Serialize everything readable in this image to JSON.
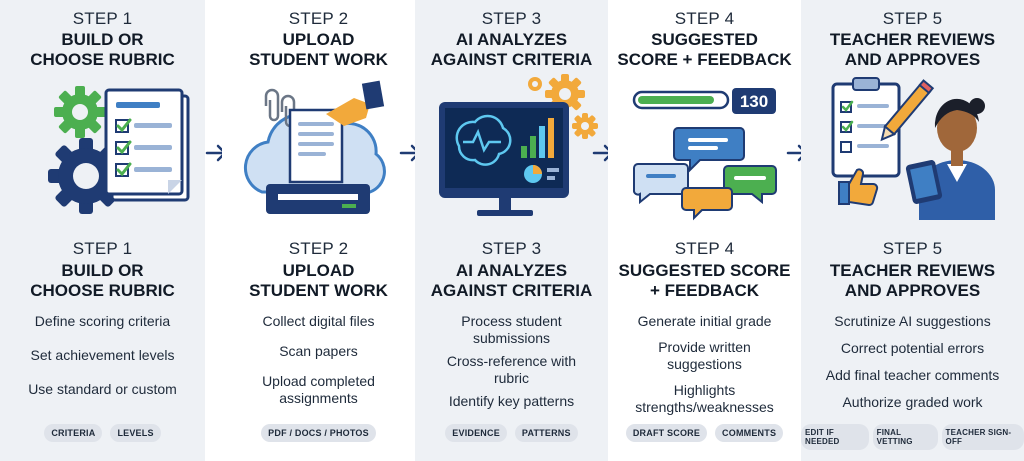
{
  "steps": [
    {
      "top_label": "STEP 1",
      "top_title": [
        "BUILD OR",
        "CHOOSE RUBRIC"
      ],
      "label": "STEP 1",
      "title": [
        "BUILD OR",
        "CHOOSE RUBRIC"
      ],
      "bullets": [
        "Define scoring criteria",
        "Set achievement levels",
        "Use standard or custom"
      ],
      "tags": [
        "CRITERIA",
        "LEVELS"
      ]
    },
    {
      "top_label": "STEP 2",
      "top_title": [
        "UPLOAD",
        "STUDENT WORK"
      ],
      "label": "STEP 2",
      "title": [
        "UPLOAD",
        "STUDENT WORK"
      ],
      "bullets": [
        "Collect digital files",
        "Scan papers",
        "Upload completed assignments"
      ],
      "tags": [
        "PDF / DOCS / PHOTOS"
      ]
    },
    {
      "top_label": "STEP 3",
      "top_title": [
        "AI ANALYZES",
        "AGAINST CRITERIA"
      ],
      "label": "STEP 3",
      "title": [
        "AI ANALYZES",
        "AGAINST CRITERIA"
      ],
      "bullets": [
        "Process student submissions",
        "Cross-reference with rubric",
        "Identify key patterns"
      ],
      "tags": [
        "EVIDENCE",
        "PATTERNS"
      ]
    },
    {
      "top_label": "STEP 4",
      "top_title": [
        "SUGGESTED",
        "SCORE + FEEDBACK"
      ],
      "label": "STEP 4",
      "title": [
        "SUGGESTED SCORE",
        "+ FEEDBACK"
      ],
      "bullets": [
        "Generate initial grade",
        "Provide written suggestions",
        "Highlights strengths/weaknesses"
      ],
      "tags": [
        "DRAFT SCORE",
        "COMMENTS"
      ],
      "score": "130"
    },
    {
      "top_label": "STEP 5",
      "top_title": [
        "TEACHER REVIEWS",
        "AND APPROVES"
      ],
      "label": "STEP 5",
      "title": [
        "TEACHER REVIEWS",
        "AND APPROVES"
      ],
      "bullets": [
        "Scrutinize AI suggestions",
        "Correct potential errors",
        "Add final teacher comments",
        "Authorize graded work"
      ],
      "tags": [
        "EDIT IF NEEDED",
        "FINAL VETTING",
        "TEACHER SIGN-OFF"
      ]
    }
  ],
  "icons": {
    "step1": [
      "gear-icon",
      "checklist-document-icon"
    ],
    "step2": [
      "cloud-upload-icon",
      "paperclip-icon",
      "scanner-icon"
    ],
    "step3": [
      "monitor-icon",
      "brain-icon",
      "bar-chart-icon",
      "gear-icon"
    ],
    "step4": [
      "progress-bar-icon",
      "chat-bubbles-icon"
    ],
    "step5": [
      "clipboard-checklist-icon",
      "pencil-icon",
      "thumbs-up-icon",
      "teacher-avatar-icon"
    ],
    "between_steps": "arrow-right-icon"
  },
  "colors": {
    "text": "#1e2a3a",
    "green": "#4caf50",
    "navy": "#1f3b73",
    "blue": "#3f7fc4",
    "orange": "#f2a93b",
    "panel_shade": "#eef1f5",
    "tag_bg": "#dfe3ea"
  }
}
